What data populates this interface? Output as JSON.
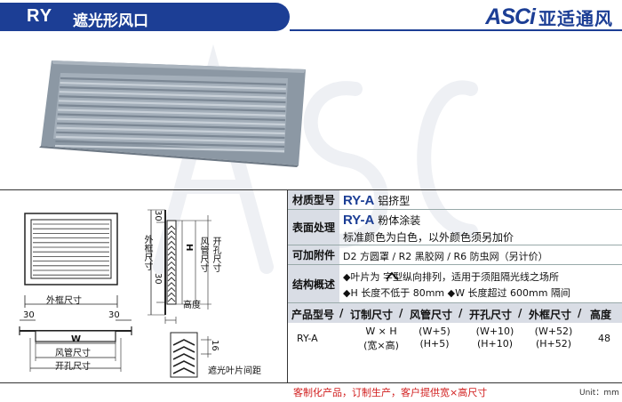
{
  "header": {
    "model": "RY",
    "title": "遮光形风口",
    "brand_logo": "ASCi",
    "brand_name": "亚适通风"
  },
  "diagram": {
    "outer_frame_size": "外框尺寸",
    "dim_30_left": "30",
    "dim_30_right": "30",
    "w_label": "W",
    "duct_size": "风管尺寸",
    "opening_size": "开孔尺寸",
    "side_outer_frame": "外框尺寸",
    "side_30_top": "30",
    "side_30_bottom": "30",
    "h_label": "H",
    "side_duct": "风管尺寸",
    "side_opening": "开孔尺寸",
    "height_label": "高度",
    "blade_spacing_value": "16",
    "blade_spacing_label": "遮光叶片间距"
  },
  "spec": {
    "material": {
      "label": "材质型号",
      "model": "RY-A",
      "text": "铝挤型"
    },
    "finish": {
      "label": "表面处理",
      "model": "RY-A",
      "text": "粉体涂装",
      "note": "标准颜色为白色，以外颜色须另加价"
    },
    "accessory": {
      "label": "可加附件",
      "text": "D2 方圆罩 / R2 黑胶网 / R6 防虫网（另计价）"
    },
    "structure": {
      "label": "结构概述",
      "line1": "◆叶片为   字型纵向排列，适用于须阻隔光线之场所",
      "line2": "◆H 长度不低于 80mm ◆W 长度超过 600mm 隔间"
    },
    "table": {
      "headers": [
        "产品型号",
        "订制尺寸",
        "风管尺寸",
        "开孔尺寸",
        "外框尺寸",
        "高度"
      ],
      "row": {
        "model": "RY-A",
        "custom": [
          "W × H",
          "(宽×高)"
        ],
        "duct": [
          "(W+5)",
          "(H+5)"
        ],
        "opening": [
          "(W+10)",
          "(H+10)"
        ],
        "frame": [
          "(W+52)",
          "(H+52)"
        ],
        "height": "48"
      }
    }
  },
  "footer": {
    "note": "客制化产品，订制生产，客户提供宽×高尺寸",
    "unit": "Unit：mm"
  },
  "colors": {
    "brand_blue": "#1c3e95",
    "note_red": "#d11c1c",
    "label_bg": "#d9dde5"
  }
}
